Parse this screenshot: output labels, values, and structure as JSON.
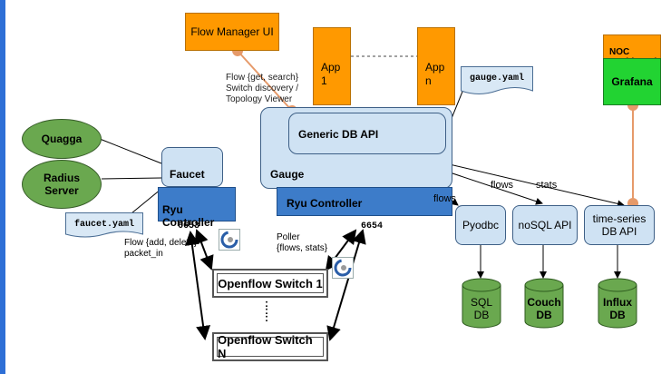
{
  "flow_manager_ui": "Flow Manager UI",
  "app1": "App\n1",
  "appn": "App\nn",
  "gauge_yaml": "gauge.yaml",
  "faucet_yaml": "faucet.yaml",
  "generic_db_api": "Generic DB API",
  "gauge": "Gauge",
  "ryu_controller_gauge": "Ryu Controller",
  "ryu_controller_faucet": "Ryu\nController",
  "faucet": "Faucet",
  "quagga": "Quagga",
  "radius_server": "Radius\nServer",
  "noc_dashboard": "NOC\nDashboard",
  "grafana": "Grafana",
  "pyodbc": "Pyodbc",
  "nosql_api": "noSQL API",
  "timeseries_api": "time-series\nDB API",
  "sql_db": "SQL\nDB",
  "couch_db": "Couch\nDB",
  "influx_db": "Influx\nDB",
  "switch1": "Openflow Switch 1",
  "switchn": "Openflow Switch N",
  "port_faucet": "6653",
  "port_gauge": "6654",
  "label_ui": "Flow {get, search}\nSwitch discovery /\nTopology Viewer",
  "label_flows_dashed": "flows",
  "label_flows": "flows",
  "label_stats": "stats",
  "label_faucet_flow": "Flow {add, delete}\npacket_in",
  "label_poller": "Poller\n{flows, stats}",
  "ellipsis": ":"
}
